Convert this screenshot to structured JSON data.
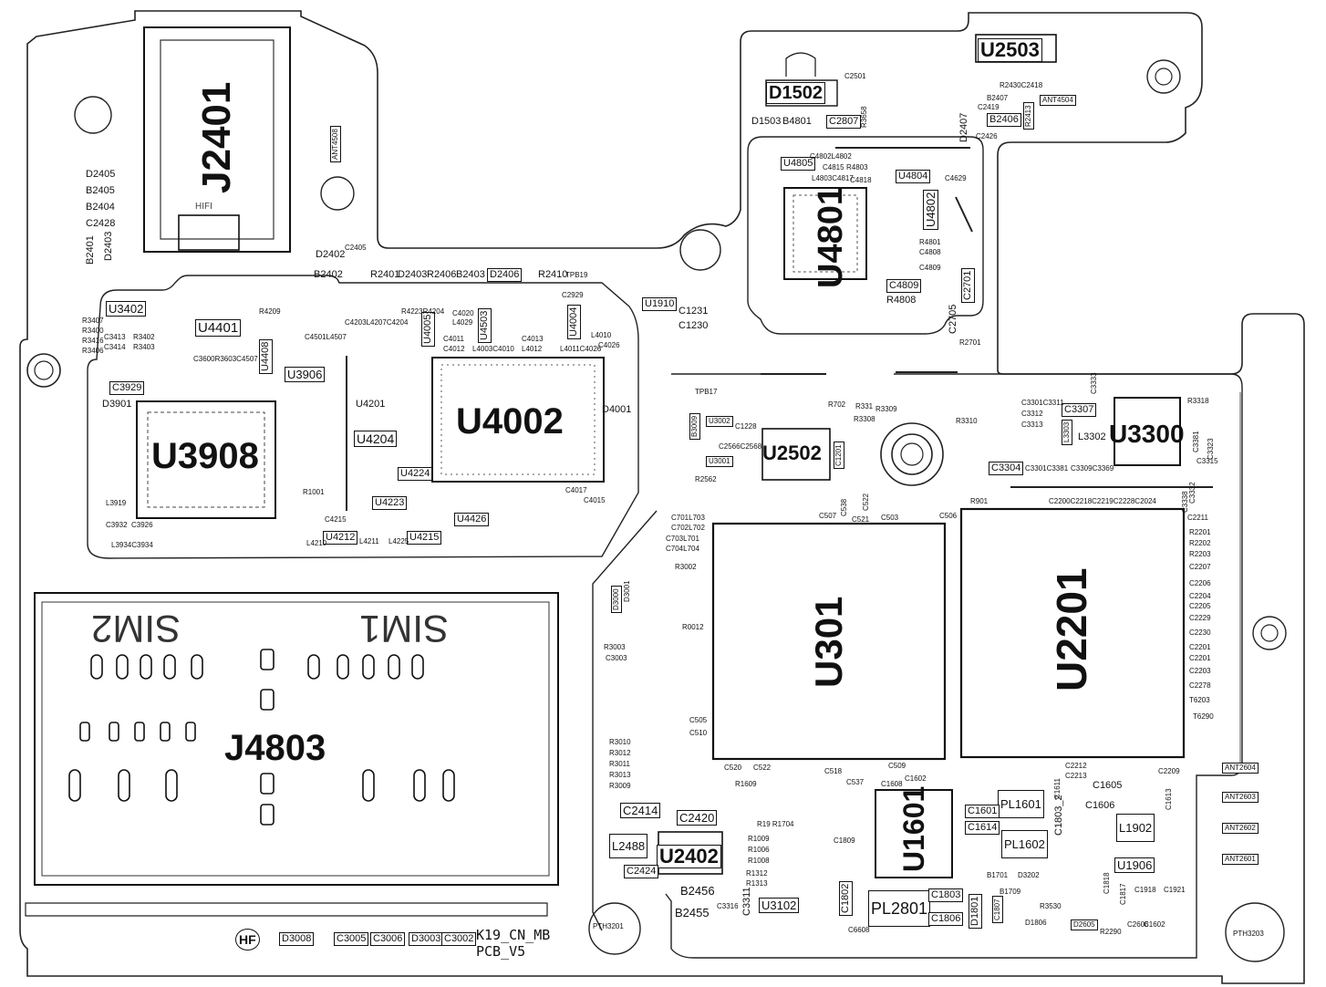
{
  "board": {
    "name": "K19_CN_MB",
    "version": "PCB_V5",
    "hf_mark": "HF"
  },
  "big_components": {
    "U3908": "U3908",
    "U4002": "U4002",
    "U301": "U301",
    "U2201": "U2201",
    "J4803": "J4803",
    "J2401": "J2401",
    "U4801": "U4801",
    "U1601": "U1601",
    "U3300": "U3300",
    "U2503": "U2503",
    "D1502": "D1502",
    "U2502": "U2502",
    "U2402": "U2402",
    "SIM1": "SIM1",
    "SIM2": "SIM2",
    "HIFI": "HIFI"
  },
  "boxed_labels": [
    "U4401",
    "U3402",
    "U3906",
    "U4204",
    "U4224",
    "U4212",
    "U4215",
    "U4223",
    "U4426",
    "U4005",
    "U4503",
    "U4004",
    "U4408",
    "C3929",
    "C2414",
    "C2420",
    "L2488",
    "C2424",
    "B2456",
    "B2455",
    "U3102",
    "C3311",
    "PL2801",
    "C1802",
    "C1803",
    "C1806",
    "D1801",
    "C1807",
    "D1806",
    "D2605",
    "PL1601",
    "PL1602",
    "C1601",
    "C1614",
    "L1902",
    "U1906",
    "C1606",
    "C1605",
    "C1803_2",
    "U4805",
    "U4804",
    "U4802",
    "C4809",
    "R4808",
    "C2701",
    "C2705",
    "C2807",
    "C3304",
    "C3307",
    "L3302",
    "D3008",
    "C3005",
    "C3006",
    "D3003",
    "C3002",
    "U1910",
    "ANT4504",
    "ANT4508",
    "ANT2604",
    "ANT2603",
    "ANT2602",
    "ANT2601",
    "PTH3201",
    "PTH3203",
    "B2406",
    "U3002",
    "U3001",
    "B3009",
    "D3000",
    "D3001",
    "L3303",
    "C3333",
    "C3338",
    "C3332",
    "C3323",
    "C3381"
  ],
  "labels": {
    "d2405": "D2405",
    "b2405": "B2405",
    "b2404": "B2404",
    "c2428": "C2428",
    "b2401": "B2401",
    "d2403": "D2403",
    "d2402": "D2402",
    "b2402": "B2402",
    "r2401": "R2401",
    "d2403b": "D2403",
    "r2406": "R2406",
    "b2403": "B2403",
    "d2406": "D2406",
    "r2410": "R2410",
    "c2405": "C2405",
    "tpb19": "TPB19",
    "d3901": "D3901",
    "l3919": "L3919",
    "c3932": "C3932",
    "c3926": "C3926",
    "l3934": "L3934C3934",
    "r3407": "R3407",
    "r3400": "R3400",
    "r3416": "R3416",
    "r3406": "R3406",
    "c3413": "C3413",
    "c3414": "C3414",
    "r3402": "R3402",
    "r3403": "R3403",
    "c3602": "C3600R3603C4507",
    "r4209": "R4209",
    "c4501": "C4501L4507",
    "c4203": "C4203L4207C4204",
    "r4223": "R4223R4204",
    "c4020": "C4020",
    "l4029": "L4029",
    "c4011": "C4011",
    "c4012": "C4012",
    "l4003": "L4003C4010",
    "c4013": "C4013",
    "l4012": "L4012",
    "l4011": "L4011C4026",
    "l4010": "L4010",
    "c4026": "C4026",
    "d4001": "D4001",
    "c4017": "C4017",
    "c4015": "C4015",
    "c4201": "U4201",
    "r1001": "R1001",
    "c4215": "C4215",
    "l4210": "L4210",
    "l4211": "L4211",
    "l4225": "L4225",
    "c2929": "C2929",
    "c1231": "C1231",
    "c1230": "C1230",
    "r702": "R702",
    "r331": "R331",
    "r3309": "R3309",
    "r3308": "R3308",
    "r3310": "R3310",
    "r901": "R901",
    "c2200": "C2200C2218C2219C2228C2024",
    "c2211": "C2211",
    "r2201": "R2201",
    "r2202": "R2202",
    "r2203": "R2203",
    "c2207": "C2207",
    "c2206": "C2206",
    "c2204": "C2204",
    "c2205": "C2205",
    "c2229": "C2229",
    "c2230": "C2230",
    "c2201": "C2201",
    "c2201b": "C2201",
    "c2203": "C2203",
    "c2278": "C2278",
    "t6203": "T6203",
    "t6290": "T6290",
    "c701": "C701L703",
    "c702": "C702L702",
    "c703": "C703L701",
    "c704": "C704L704",
    "r3002": "R3002",
    "c507": "C507",
    "c521": "C521",
    "c503": "C503",
    "c506": "C506",
    "c505": "C505",
    "c510": "C510",
    "c520": "C520",
    "c522": "C522",
    "c518": "C518",
    "c537": "C537",
    "c509": "C509",
    "c1602": "C1602",
    "r1609": "R1609",
    "r3010": "R3010",
    "r3012": "R3012",
    "r3011": "R3011",
    "r3013": "R3013",
    "r3009": "R3009",
    "r3003": "R3003",
    "c3003": "C3003",
    "r0012": "R0012",
    "c2209": "C2209",
    "c2212": "C2212",
    "c2213": "C2213",
    "c1611": "C1611",
    "c1613": "C1613",
    "c1918": "C1918",
    "c1921": "C1921",
    "c1817": "C1817",
    "c1818": "C1818",
    "b1701": "B1701",
    "d3202": "D3202",
    "b1709": "B1709",
    "c3316": "C3316",
    "r1312": "R1312",
    "r1313": "R1313",
    "r1009": "R1009",
    "r1006": "R1006",
    "r1008": "R1008",
    "r19": "R19 R1704",
    "c1809": "C1809",
    "c2501": "C2501",
    "d1503": "D1503",
    "b4801": "B4801",
    "r3658": "R3658",
    "r2430": "R2430C2418",
    "b2407": "B2407",
    "c2419": "C2419",
    "c2426": "C2426",
    "d2407": "D2407",
    "r2413": "R2413",
    "c4802": "C4802L4802",
    "c4815": "C4815",
    "r4803": "R4803",
    "l4803": "L4803C4817",
    "c4818": "C4818",
    "c4629": "C4629",
    "r4801": "R4801",
    "c4808": "C4808",
    "c4809s": "C4809",
    "r2701": "R2701",
    "c3301": "C3301C3311",
    "c3312": "C3312",
    "c3313": "C3313",
    "c3315": "C3315",
    "c3309": "C3309C3369",
    "c3301b": "C3301C3381",
    "r3318": "R3318",
    "tpb17": "TPB17",
    "c1228": "C1228",
    "c2566": "C2566C2568",
    "r2562": "R2562",
    "c1201": "C1201",
    "c538": "C538",
    "c522b": "C522",
    "hf": "HF",
    "c1608": "C1608",
    "c6608": "C6608",
    "c2606": "C2606",
    "r2290": "R2290",
    "r3530": "R3530",
    "c1602b": "C1602"
  }
}
